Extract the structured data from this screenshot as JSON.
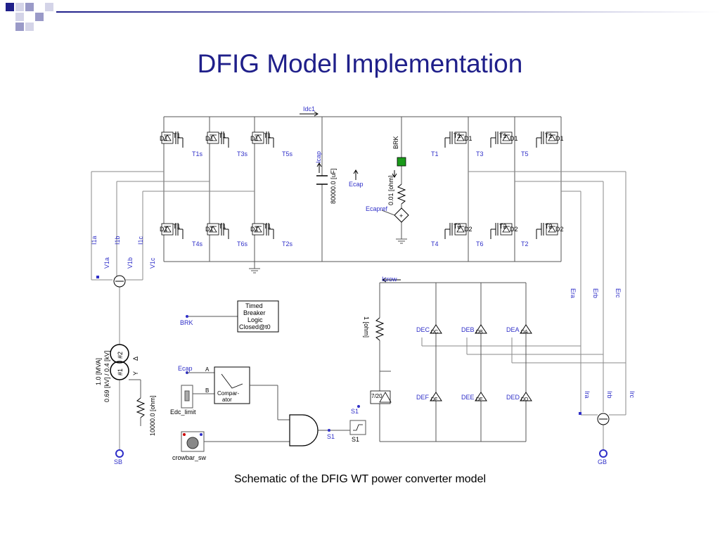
{
  "slide": {
    "title": "DFIG Model Implementation",
    "caption": "Schematic of the DFIG WT power converter model"
  },
  "colors": {
    "title": "#1f1f8a",
    "label_blue": "#2f2fc8",
    "wire": "#555555",
    "wire_light": "#8a8a8a",
    "device": "#000000",
    "deco_dark": "#1f1f8a",
    "deco_mid": "#9a9ac8",
    "deco_light": "#d4d4e8",
    "brk_green": "#1a9a1a"
  },
  "schematic": {
    "dc_link": {
      "current_label": "Idc1",
      "cap_current_label": "Icap",
      "cap_value": "80000.0 [uF]",
      "voltage_label": "Ecap",
      "brake_label": "BRK",
      "brake_resistor": "0.01 [ohm]",
      "ref_label": "Ecapref"
    },
    "grid_side_converter": {
      "device_label": "T1",
      "diode_label": "D1",
      "upper_gates": [
        "T1s",
        "T3s",
        "T5s"
      ],
      "lower_gates": [
        "T4s",
        "T6s",
        "T2s"
      ]
    },
    "rotor_side_converter": {
      "upper_device_label": "T1",
      "lower_device_label": "T2",
      "upper_diode_label": "D1",
      "lower_diode_label": "D2",
      "upper_gates": [
        "T1",
        "T3",
        "T5"
      ],
      "lower_gates": [
        "T4",
        "T6",
        "T2"
      ]
    },
    "grid_measure": {
      "currents": [
        "I1a",
        "I1b",
        "I1c"
      ],
      "voltages": [
        "V1a",
        "V1b",
        "V1c"
      ]
    },
    "rotor_measure": {
      "voltages": [
        "Era",
        "Erb",
        "Erc"
      ],
      "currents": [
        "Ira",
        "Irb",
        "Irc"
      ]
    },
    "transformer": {
      "rating": "1.0 [MVA]",
      "voltages": "0.69 [kV] / 0.4 [kV]",
      "winding1": "#1",
      "winding2": "#2",
      "conn1": "Y",
      "conn2": "Δ",
      "ground_resistor": "10000.0 [ohm]"
    },
    "buses": {
      "stator": "SB",
      "grid": "GB"
    },
    "breaker_logic": {
      "signal": "BRK",
      "lines": [
        "Timed",
        "Breaker",
        "Logic",
        "Closed@t0"
      ]
    },
    "comparator": {
      "input_a": "Ecap",
      "input_b_label": "Edc_limit",
      "port_a": "A",
      "port_b": "B",
      "lines": [
        "Compar-",
        "ator"
      ]
    },
    "crowbar": {
      "switch_label": "crowbar_sw",
      "current_label": "Icrow",
      "resistor": "1 [ohm]",
      "switch_id": "7/20",
      "gate_signal": "S1",
      "output_signal": "S1",
      "block_label": "S1",
      "diode_upper": [
        "DEC",
        "DEB",
        "DEA"
      ],
      "diode_lower": [
        "DEF",
        "DEE",
        "DED"
      ],
      "diode_upper_ids": [
        "DC",
        "DB",
        "DA"
      ],
      "diode_lower_ids": [
        "DF",
        "DE",
        "DD"
      ]
    }
  }
}
